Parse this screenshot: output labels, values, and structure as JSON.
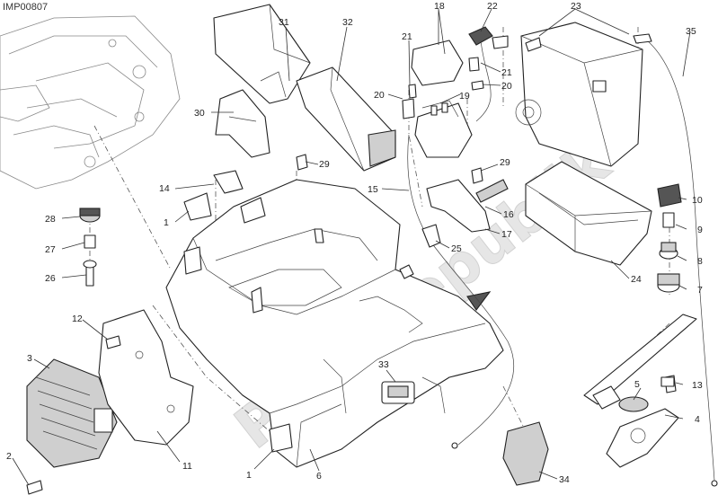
{
  "diagram": {
    "code": "IMP00807",
    "watermark": "PartsRepublik",
    "callouts": [
      {
        "id": "c1a",
        "text": "1"
      },
      {
        "id": "c1b",
        "text": "1"
      },
      {
        "id": "c2",
        "text": "2"
      },
      {
        "id": "c3",
        "text": "3"
      },
      {
        "id": "c4",
        "text": "4"
      },
      {
        "id": "c5",
        "text": "5"
      },
      {
        "id": "c6",
        "text": "6"
      },
      {
        "id": "c7",
        "text": "7"
      },
      {
        "id": "c8",
        "text": "8"
      },
      {
        "id": "c9",
        "text": "9"
      },
      {
        "id": "c10",
        "text": "10"
      },
      {
        "id": "c11",
        "text": "11"
      },
      {
        "id": "c12",
        "text": "12"
      },
      {
        "id": "c13",
        "text": "13"
      },
      {
        "id": "c14",
        "text": "14"
      },
      {
        "id": "c15",
        "text": "15"
      },
      {
        "id": "c16",
        "text": "16"
      },
      {
        "id": "c17",
        "text": "17"
      },
      {
        "id": "c18",
        "text": "18"
      },
      {
        "id": "c19",
        "text": "19"
      },
      {
        "id": "c20a",
        "text": "20"
      },
      {
        "id": "c20b",
        "text": "20"
      },
      {
        "id": "c21a",
        "text": "21"
      },
      {
        "id": "c21b",
        "text": "21"
      },
      {
        "id": "c22",
        "text": "22"
      },
      {
        "id": "c23",
        "text": "23"
      },
      {
        "id": "c24",
        "text": "24"
      },
      {
        "id": "c25",
        "text": "25"
      },
      {
        "id": "c26",
        "text": "26"
      },
      {
        "id": "c27",
        "text": "27"
      },
      {
        "id": "c28",
        "text": "28"
      },
      {
        "id": "c29a",
        "text": "29"
      },
      {
        "id": "c29b",
        "text": "29"
      },
      {
        "id": "c30",
        "text": "30"
      },
      {
        "id": "c31",
        "text": "31"
      },
      {
        "id": "c32",
        "text": "32"
      },
      {
        "id": "c33",
        "text": "33"
      },
      {
        "id": "c34",
        "text": "34"
      },
      {
        "id": "c35",
        "text": "35"
      }
    ]
  }
}
